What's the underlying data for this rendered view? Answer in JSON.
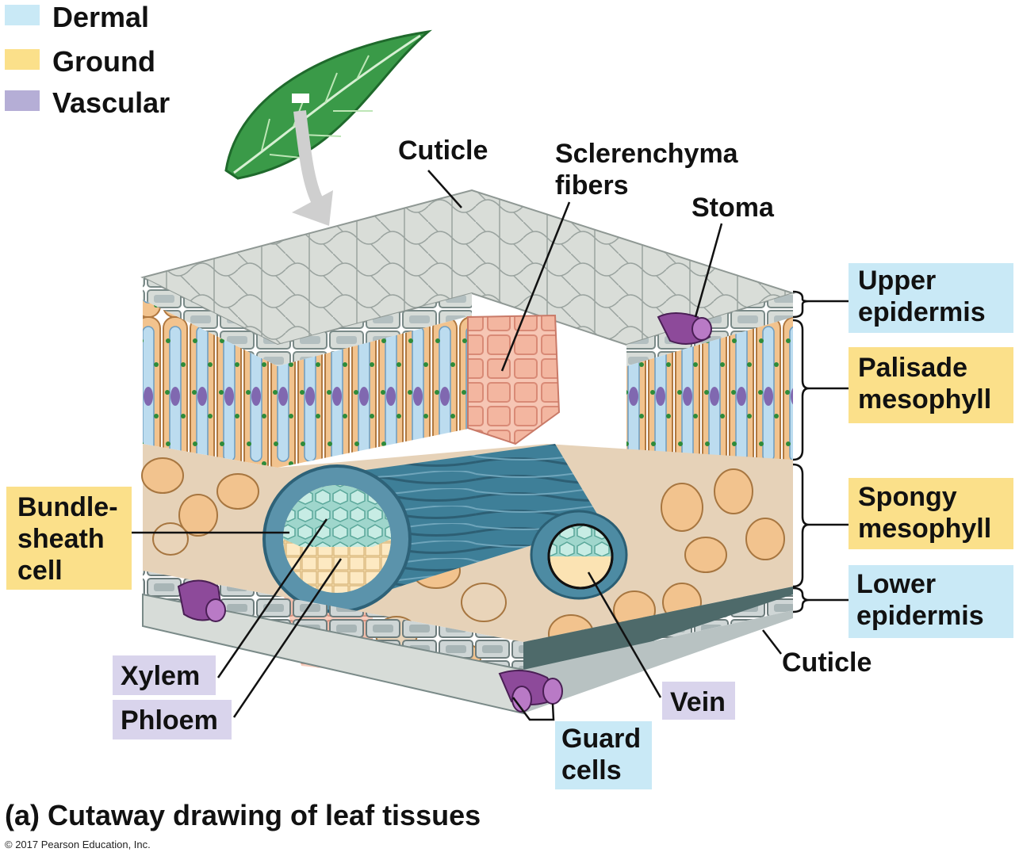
{
  "legend": [
    {
      "label": "Dermal",
      "color": "#c9e9f6"
    },
    {
      "label": "Ground",
      "color": "#fbe08a"
    },
    {
      "label": "Vascular",
      "color": "#b5aed6"
    }
  ],
  "labels": {
    "cuticle_top": "Cuticle",
    "sclerenchyma": "Sclerenchyma\nfibers",
    "stoma": "Stoma",
    "upper_epidermis": "Upper\nepidermis",
    "palisade": "Palisade\nmesophyll",
    "spongy": "Spongy\nmesophyll",
    "lower_epidermis": "Lower\nepidermis",
    "cuticle_bottom": "Cuticle",
    "bundle_sheath": "Bundle-\nsheath\ncell",
    "xylem": "Xylem",
    "phloem": "Phloem",
    "vein": "Vein",
    "guard_cells": "Guard\ncells"
  },
  "caption": "(a) Cutaway drawing of leaf tissues",
  "copyright": "© 2017 Pearson Education, Inc.",
  "colors": {
    "dermal_box": "#c9e9f6",
    "ground_box": "#fbe08a",
    "vascular_box": "#d9d4ec"
  }
}
